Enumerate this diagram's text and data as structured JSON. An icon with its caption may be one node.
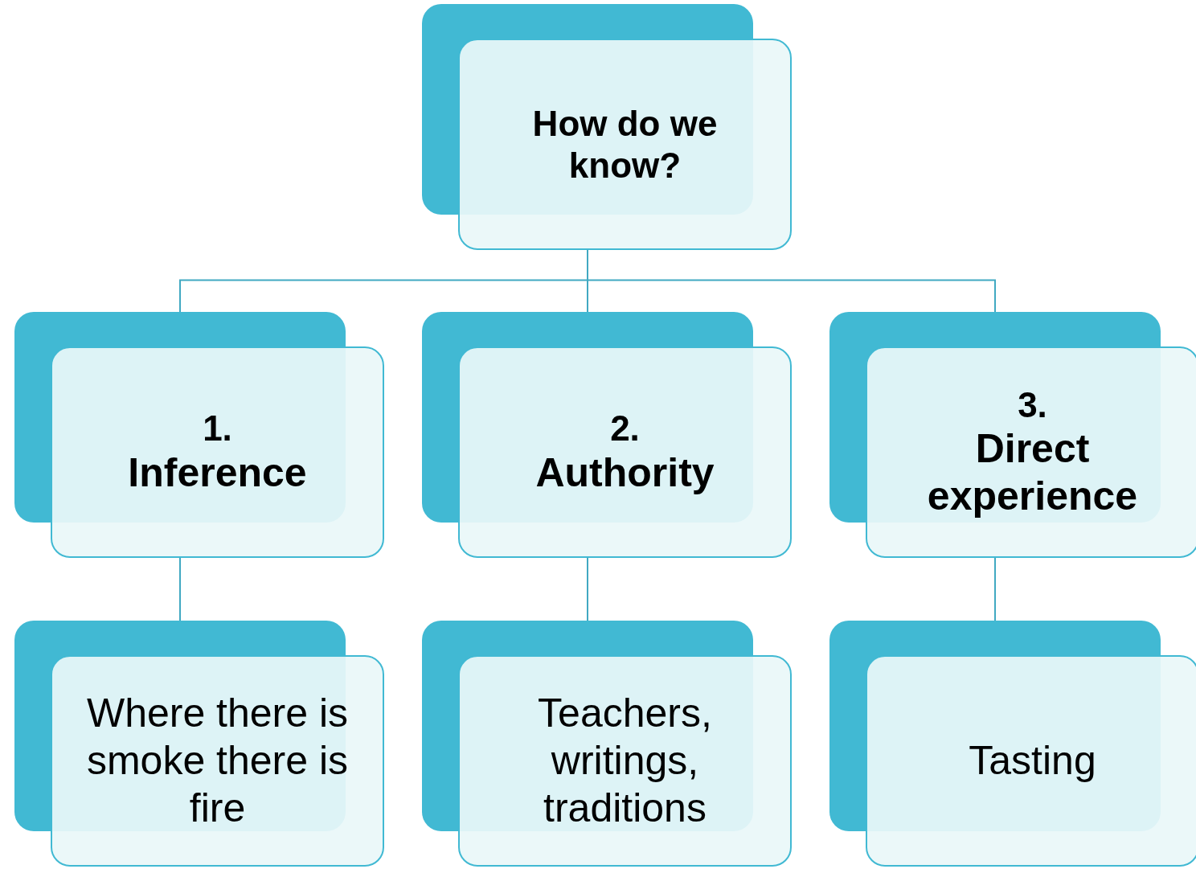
{
  "diagram": {
    "nodes": [
      {
        "text": [
          "How do we know?"
        ]
      },
      {
        "text": [
          "1.",
          "Inference"
        ]
      },
      {
        "text": [
          "2.",
          "Authority"
        ]
      },
      {
        "text": [
          "3.",
          "Direct experience"
        ]
      },
      {
        "text": [
          "Where there is smoke there is fire"
        ]
      },
      {
        "text": [
          "Teachers, writings, traditions"
        ]
      },
      {
        "text": [
          "Tasting"
        ]
      }
    ],
    "edges": [
      {
        "from": 0,
        "to": 1,
        "arrow": "none"
      },
      {
        "from": 0,
        "to": 2,
        "arrow": "none"
      },
      {
        "from": 0,
        "to": 3,
        "arrow": "none"
      },
      {
        "from": 1,
        "to": 4,
        "arrow": "none"
      },
      {
        "from": 2,
        "to": 5,
        "arrow": "none"
      },
      {
        "from": 3,
        "to": 6,
        "arrow": "none"
      }
    ]
  }
}
